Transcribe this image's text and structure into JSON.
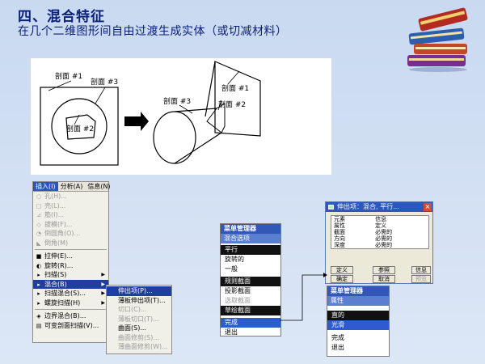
{
  "title": "四、混合特征",
  "subtitle": "在几个二维图形间自由过渡生成实体（或切减材料）",
  "figure": {
    "labels": [
      "剖面 #1",
      "剖面 #3",
      "剖面 #2",
      "剖面 #3",
      "剖面 #1",
      "剖面 #2"
    ]
  },
  "insert_menu": {
    "menubar": [
      "插入(I)",
      "分析(A)",
      "信息(N)"
    ],
    "items": [
      {
        "label": "孔(H)...",
        "disabled": true
      },
      {
        "label": "壳(L)...",
        "disabled": true
      },
      {
        "label": "筋(I)...",
        "disabled": true
      },
      {
        "label": "拔模(F)...",
        "disabled": true
      },
      {
        "label": "倒圆角(O)...",
        "disabled": true
      },
      {
        "label": "倒角(M)",
        "disabled": true
      },
      {
        "label": "拉伸(E)...",
        "disabled": false
      },
      {
        "label": "旋转(R)...",
        "disabled": false
      },
      {
        "label": "扫描(S)",
        "disabled": false
      },
      {
        "label": "混合(B)",
        "disabled": false
      },
      {
        "label": "扫描混合(S)...",
        "disabled": false
      },
      {
        "label": "螺旋扫描(H)",
        "disabled": false
      },
      {
        "label": "边界混合(B)...",
        "disabled": false
      },
      {
        "label": "可变剖面扫描(V)...",
        "disabled": false
      }
    ]
  },
  "blend_submenu": {
    "items": [
      {
        "label": "伸出项(P)...",
        "disabled": false
      },
      {
        "label": "薄板伸出项(T)...",
        "disabled": false
      },
      {
        "label": "切口(C)...",
        "disabled": true
      },
      {
        "label": "薄板切口(T)...",
        "disabled": true
      },
      {
        "label": "曲面(S)...",
        "disabled": false
      },
      {
        "label": "曲面修剪(S)...",
        "disabled": true
      },
      {
        "label": "薄曲面修剪(W)...",
        "disabled": true
      }
    ]
  },
  "menu_manager_1": {
    "header": "菜单管理器",
    "section": "混合选项",
    "rows": [
      {
        "label": "平行",
        "style": "blk"
      },
      {
        "label": "旋转的",
        "style": ""
      },
      {
        "label": "一般",
        "style": ""
      },
      {
        "label": "规则截面",
        "style": "blk"
      },
      {
        "label": "投影截面",
        "style": ""
      },
      {
        "label": "选取截面",
        "style": "dis"
      },
      {
        "label": "草绘截面",
        "style": "blk"
      },
      {
        "label": "完成",
        "style": "blu"
      },
      {
        "label": "退出",
        "style": ""
      }
    ]
  },
  "protrusion_dialog": {
    "title": "伸出项：混合, 平行...",
    "col_element": "元素",
    "col_info": "信息",
    "rows": [
      {
        "element": "属性",
        "info": "定义"
      },
      {
        "element": "截面",
        "info": "必需的"
      },
      {
        "element": "方向",
        "info": "必需的"
      },
      {
        "element": "深度",
        "info": "必需的"
      }
    ],
    "btn_define": "定义",
    "btn_reference": "参照",
    "btn_info": "信息",
    "btn_ok": "确定",
    "btn_cancel": "取消",
    "btn_preview": "预览"
  },
  "menu_manager_2": {
    "header": "菜单管理器",
    "section": "属性",
    "rows": [
      {
        "label": "直的",
        "style": "blk"
      },
      {
        "label": "光滑",
        "style": "blu"
      }
    ],
    "done": "完成",
    "exit": "退出"
  }
}
